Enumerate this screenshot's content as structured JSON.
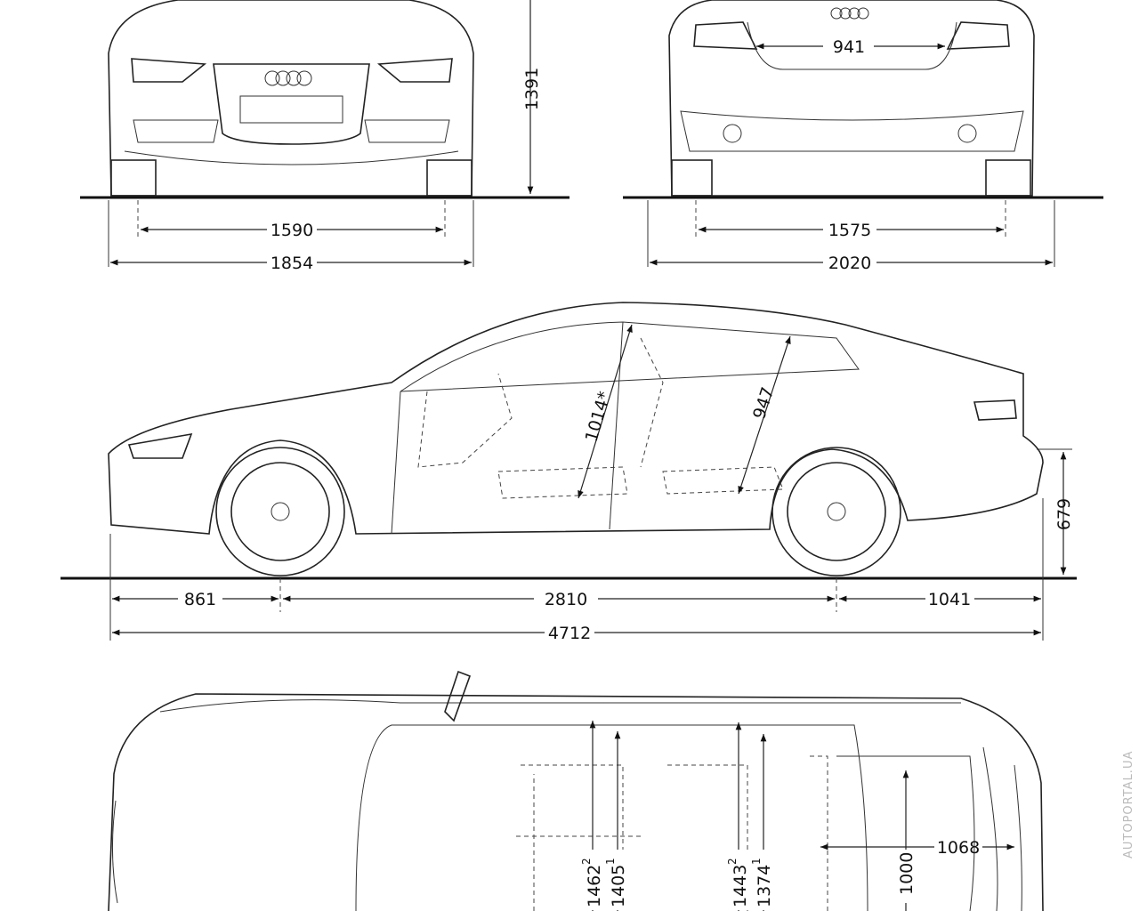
{
  "front_view": {
    "height": "1391",
    "track": "1590",
    "width": "1854"
  },
  "rear_view": {
    "trunk_opening": "941",
    "track": "1575",
    "width_mirrors": "2020"
  },
  "side_view": {
    "front_headroom": "1014*",
    "rear_headroom": "947",
    "loading_sill_height": "679",
    "front_overhang": "861",
    "wheelbase": "2810",
    "rear_overhang": "1041",
    "length": "4712"
  },
  "top_view": {
    "front_shoulder": "1462",
    "front_shoulder_note": "2",
    "front_elbow": "1405",
    "front_elbow_note": "1",
    "rear_shoulder": "1443",
    "rear_shoulder_note": "2",
    "rear_elbow": "1374",
    "rear_elbow_note": "1",
    "trunk_width": "1000",
    "trunk_length": "1068"
  },
  "watermark": "AUTOPORTAL.UA"
}
